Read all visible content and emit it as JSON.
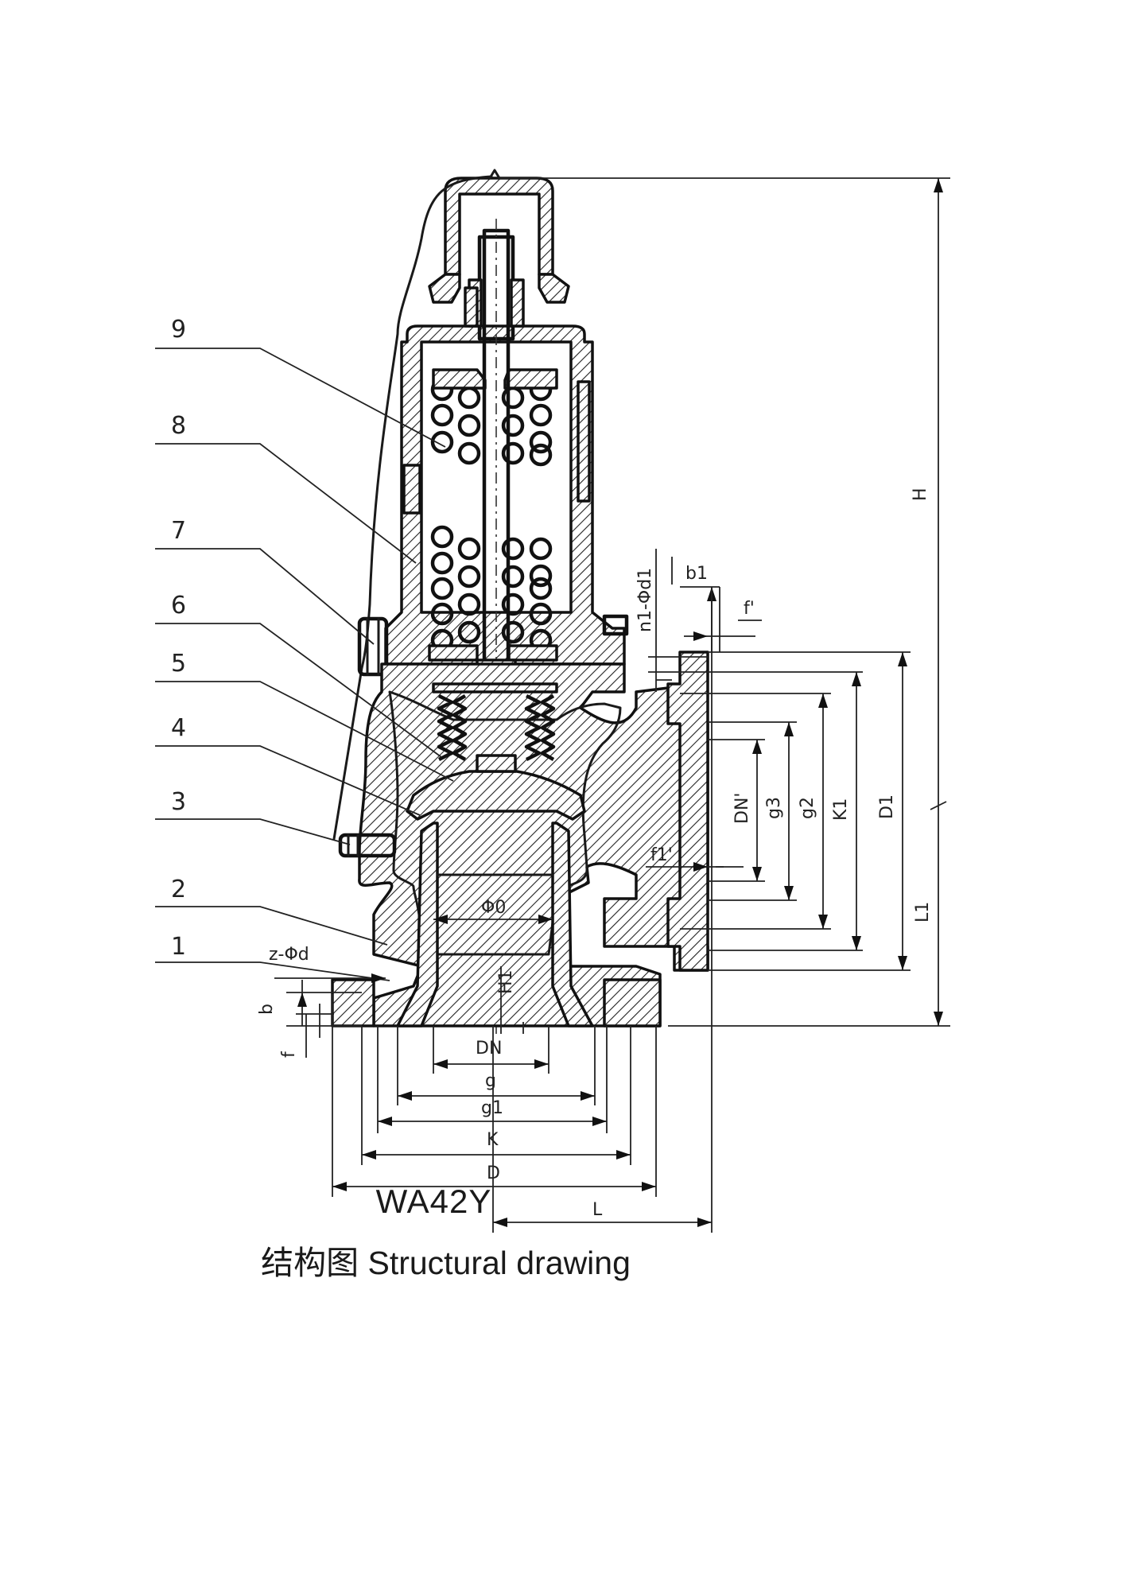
{
  "drawing": {
    "model": "WA42Y",
    "caption": "结构图 Structural drawing",
    "part_numbers": [
      "1",
      "2",
      "3",
      "4",
      "5",
      "6",
      "7",
      "8",
      "9"
    ],
    "dimensions": {
      "H": "H",
      "L1": "L1",
      "D1_right": "D1",
      "K1": "K1",
      "g2": "g2",
      "g3": "g3",
      "DN_outlet": "DN'",
      "f_outlet": "f1'",
      "n_d1": "n1-Φd1",
      "b1": "b1",
      "f_flange": "f'",
      "Phi0": "Φ0",
      "H1": "H1",
      "n_d": "z-Φd",
      "b": "b",
      "f": "f",
      "DN": "DN",
      "g": "g",
      "g1": "g1",
      "K": "K",
      "D": "D",
      "L": "L"
    }
  }
}
